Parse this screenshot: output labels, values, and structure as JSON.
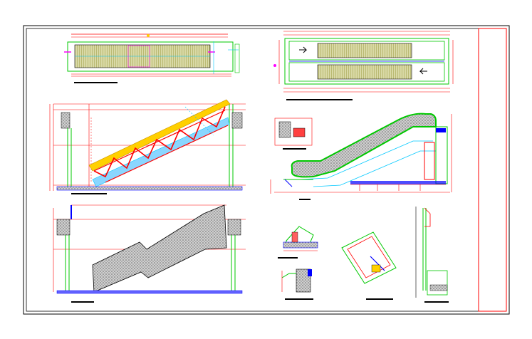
{
  "drawing": {
    "type": "CAD escalator sheet",
    "views": [
      "plan-view-top-left",
      "plan-view-top-right",
      "truss-section",
      "escalator-profile",
      "cladding-elevation",
      "detail-1",
      "detail-2",
      "detail-3",
      "detail-4",
      "detail-5"
    ],
    "title_block": {
      "text": ""
    }
  },
  "colors": {
    "frame": "#000000",
    "dimension": "#ff0000",
    "truss_yellow": "#ffd000",
    "green": "#00c800",
    "cyan": "#00c8ff",
    "blue": "#0000ff",
    "magenta": "#ff00ff",
    "gray_fill": "#b4b4b4"
  }
}
